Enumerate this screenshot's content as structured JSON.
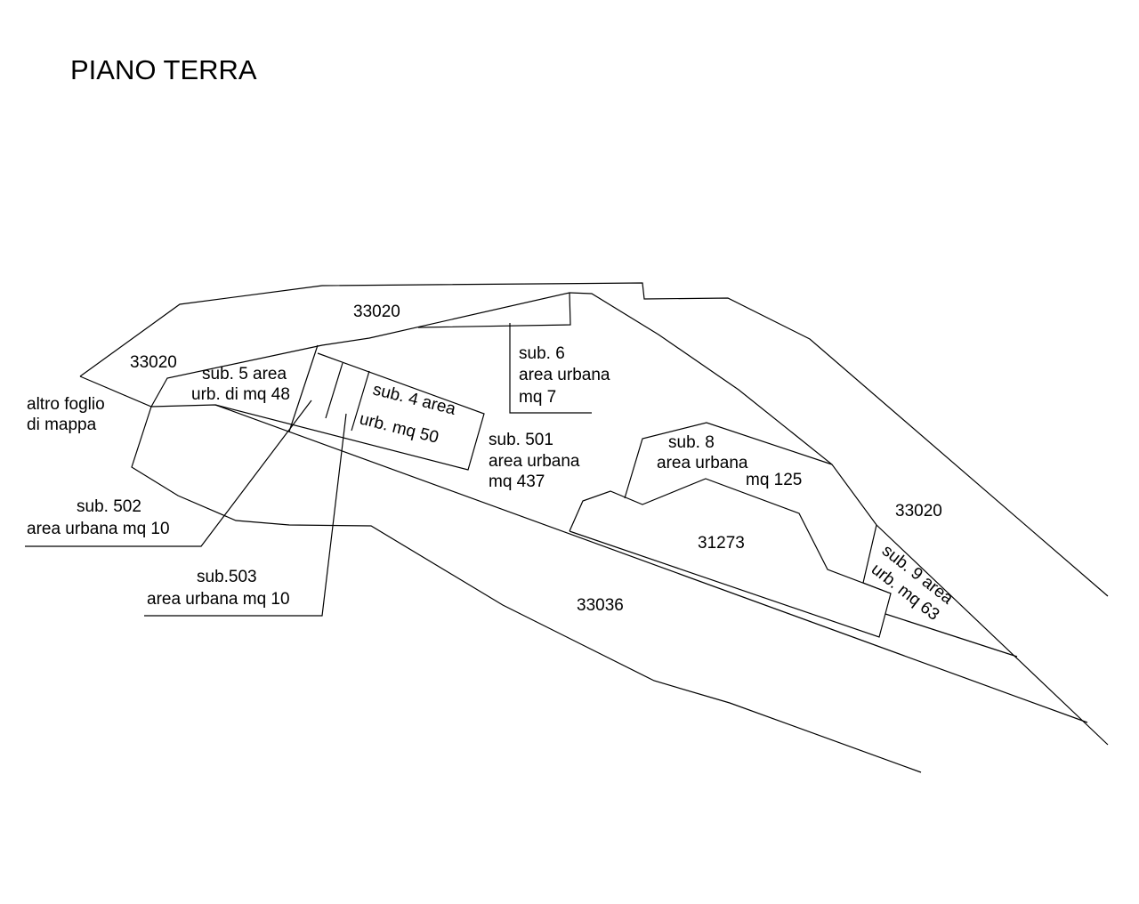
{
  "title": "PIANO TERRA",
  "labels": {
    "parcel_33020_top": "33020",
    "parcel_33020_left": "33020",
    "parcel_33020_right": "33020",
    "altro_foglio": [
      "altro foglio",
      "di mappa"
    ],
    "sub5": [
      "sub. 5 area",
      "urb. di mq 48"
    ],
    "sub4": [
      "sub. 4 area",
      "urb. mq 50"
    ],
    "sub6": [
      "sub. 6",
      "area urbana",
      "mq 7"
    ],
    "sub501": [
      "sub. 501",
      "area urbana",
      "mq 437"
    ],
    "sub8": [
      "sub. 8",
      "area urbana",
      "mq 125"
    ],
    "parcel_31273": "31273",
    "sub9": [
      "sub. 9 area",
      "urb. mq 63"
    ],
    "sub502": [
      "sub. 502",
      "area urbana mq 10"
    ],
    "sub503": [
      "sub.503",
      "area urbana mq 10"
    ],
    "parcel_33036": "33036"
  }
}
